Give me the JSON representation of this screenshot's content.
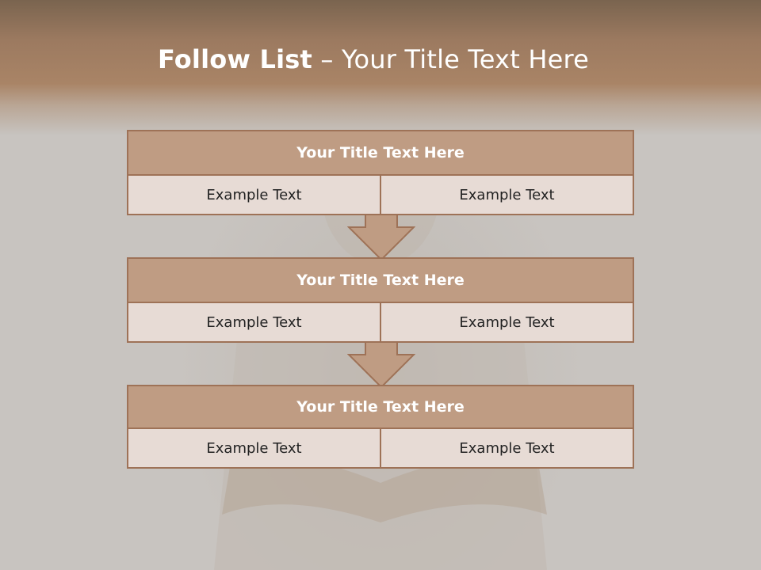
{
  "slide": {
    "title_bold": "Follow List",
    "title_rest": " – Your Title Text Here"
  },
  "flow": [
    {
      "heading": "Your Title Text Here",
      "left": "Example Text",
      "right": "Example Text"
    },
    {
      "heading": "Your Title Text Here",
      "left": "Example Text",
      "right": "Example Text"
    },
    {
      "heading": "Your Title Text Here",
      "left": "Example Text",
      "right": "Example Text"
    }
  ],
  "colors": {
    "accent": "#bf9c83",
    "border": "#9e7257",
    "cell_fill": "#e7dbd5",
    "background": "#c7c3bf"
  }
}
